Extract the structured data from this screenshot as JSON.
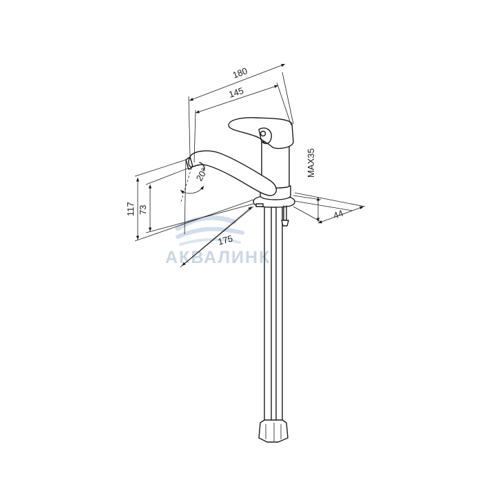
{
  "dimensions": {
    "overall_length": "180",
    "spout_reach": "145",
    "base_reach": "175",
    "total_height": "117",
    "spout_height": "73",
    "spout_angle": "20°",
    "max_mount_thickness": "MAX35",
    "base_width": "44"
  },
  "watermark": {
    "brand": "АКВАЛИНК",
    "color": "#c9d6e6"
  }
}
